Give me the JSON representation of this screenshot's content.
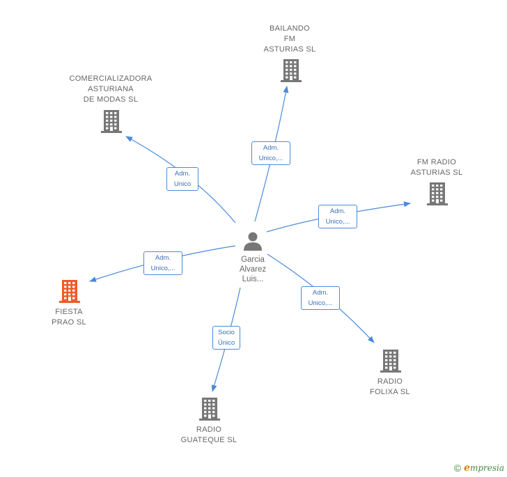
{
  "center": {
    "name_lines": [
      "Garcia",
      "Alvarez",
      "Luis..."
    ],
    "icon": "person-icon"
  },
  "nodes": [
    {
      "id": "bailando",
      "lines": [
        "BAILANDO",
        "FM",
        "ASTURIAS  SL"
      ],
      "icon": "building-icon",
      "color": "#777777"
    },
    {
      "id": "comercializadora",
      "lines": [
        "COMERCIALIZADORA",
        "ASTURIANA",
        "DE MODAS  SL"
      ],
      "icon": "building-icon",
      "color": "#777777"
    },
    {
      "id": "fmradio",
      "lines": [
        "FM RADIO",
        "ASTURIAS  SL"
      ],
      "icon": "building-icon",
      "color": "#777777"
    },
    {
      "id": "fiesta",
      "lines": [
        "FIESTA",
        "PRAO  SL"
      ],
      "icon": "building-icon",
      "color": "#f05a28"
    },
    {
      "id": "folixa",
      "lines": [
        "RADIO",
        "FOLIXA  SL"
      ],
      "icon": "building-icon",
      "color": "#777777"
    },
    {
      "id": "guateque",
      "lines": [
        "RADIO",
        "GUATEQUE  SL"
      ],
      "icon": "building-icon",
      "color": "#777777"
    }
  ],
  "edges": [
    {
      "to": "bailando",
      "lines": [
        "Adm.",
        "Unico,..."
      ]
    },
    {
      "to": "comercializadora",
      "lines": [
        "Adm.",
        "Unico"
      ]
    },
    {
      "to": "fmradio",
      "lines": [
        "Adm.",
        "Unico,..."
      ]
    },
    {
      "to": "fiesta",
      "lines": [
        "Adm.",
        "Unico,..."
      ]
    },
    {
      "to": "folixa",
      "lines": [
        "Adm.",
        "Unico,..."
      ]
    },
    {
      "to": "guateque",
      "lines": [
        "Socio",
        "Único"
      ]
    }
  ],
  "colors": {
    "edge": "#4a8ad8",
    "building": "#777777",
    "highlight": "#f05a28",
    "person": "#777777"
  },
  "brand": {
    "copyright": "©",
    "logo_initial": "e",
    "logo_rest": "mpresia"
  }
}
